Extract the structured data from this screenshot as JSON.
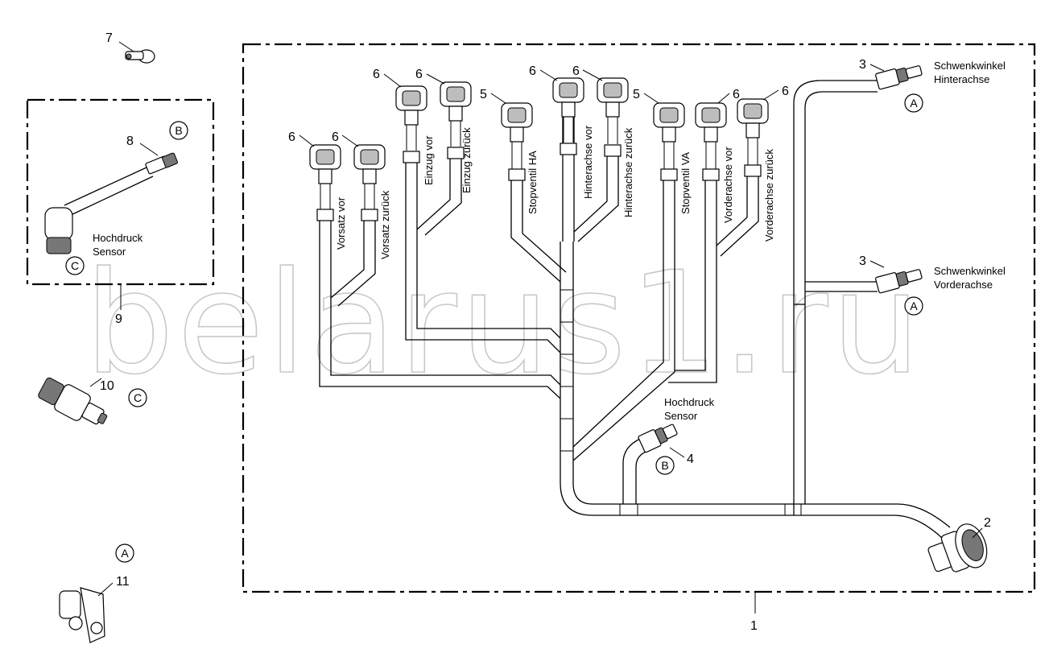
{
  "watermark": "belarus1.ru",
  "callouts": {
    "n1": "1",
    "n2": "2",
    "n3a": "3",
    "n3b": "3",
    "n4": "4",
    "n5a": "5",
    "n5b": "5",
    "n6a": "6",
    "n6b": "6",
    "n6c": "6",
    "n6d": "6",
    "n6e": "6",
    "n6f": "6",
    "n6g": "6",
    "n6h": "6",
    "n7": "7",
    "n8": "8",
    "n9": "9",
    "n10": "10",
    "n11": "11"
  },
  "circle_refs": {
    "a1": "A",
    "a2": "A",
    "a3": "A",
    "b1": "B",
    "b2": "B",
    "c1": "C",
    "c2": "C"
  },
  "wire_labels": {
    "vorsatz_vor": "Vorsatz vor",
    "vorsatz_zurueck": "Vorsatz zurück",
    "einzug_vor": "Einzug vor",
    "einzug_zurueck": "Einzug zurück",
    "stopventil_ha": "Stopventil HA",
    "hinterachse_vor": "Hinterachse vor",
    "hinterachse_zurueck": "Hinterachse zurück",
    "stopventil_va": "Stopventil VA",
    "vorderachse_vor": "Vorderachse vor",
    "vorderachse_zurueck": "Vorderachse zurück"
  },
  "text_labels": {
    "schwenk_ha_1": "Schwenkwinkel",
    "schwenk_ha_2": "Hinterachse",
    "schwenk_va_1": "Schwenkwinkel",
    "schwenk_va_2": "Vorderachse",
    "hochdruck_main_1": "Hochdruck",
    "hochdruck_main_2": "Sensor",
    "hochdruck_inset_1": "Hochdruck",
    "hochdruck_inset_2": "Sensor"
  }
}
